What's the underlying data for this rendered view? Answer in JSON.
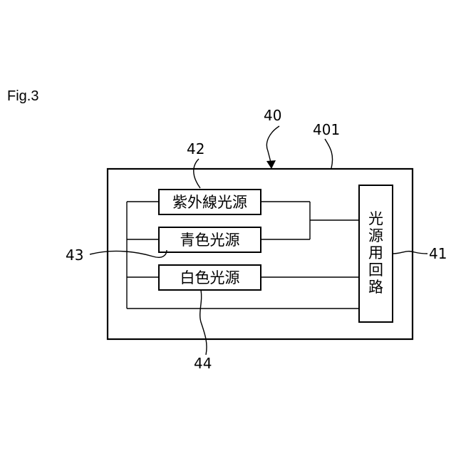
{
  "figure": {
    "title": "Fig.3"
  },
  "reference_numerals": {
    "device": "40",
    "housing": "401",
    "uv_source": "42",
    "blue_source": "43",
    "white_source": "44",
    "circuit": "41"
  },
  "components": {
    "uv_source_label": "紫外線光源",
    "blue_source_label": "青色光源",
    "white_source_label": "白色光源",
    "circuit_label_chars": [
      "光",
      "源",
      "用",
      "回",
      "路"
    ]
  },
  "colors": {
    "line": "#000000",
    "background": "#ffffff"
  }
}
